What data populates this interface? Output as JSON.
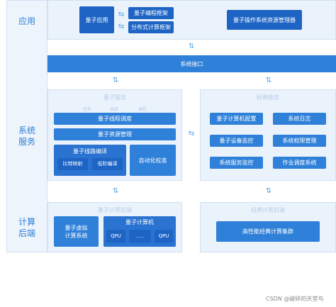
{
  "layers": {
    "application": "应用",
    "system_service": "系统\n服务",
    "compute_backend": "计算\n后端"
  },
  "application": {
    "quantum_app": "量子应用",
    "quantum_programming_framework": "量子编程框架",
    "distributed_computing_framework": "分布式计算框架",
    "os_resource_manager": "量子操作系统资源管理器"
  },
  "system_interface": "系统接口",
  "quantum_service": {
    "title": "量子服务",
    "small_labels": [
      "任务",
      "调度",
      "编程"
    ],
    "thread_scheduling": "量子线程调度",
    "resource_management": "量子资源管理",
    "circuit_compile": {
      "title": "量子线路编译",
      "bit_mapping": "比特映射",
      "low_level_compile": "低阶编译"
    },
    "auto_calibration": "自动化校准"
  },
  "classical_service": {
    "title": "经典服务",
    "items": [
      "量子计算机配置",
      "系统日志",
      "量子设备监控",
      "系统权限管理",
      "系统服务监控",
      "作业调度系统"
    ]
  },
  "quantum_backend": {
    "title": "量子计算后端",
    "virtual_system": "量子虚拟\n计算系统",
    "computer": {
      "title": "量子计算机",
      "qpu_left": "QPU",
      "ellipsis": "......",
      "qpu_right": "QPU"
    }
  },
  "classical_backend": {
    "title": "经典计算后端",
    "cluster": "高性能经典计算集群"
  },
  "watermark": "CSDN @破碎的天堂鸟"
}
